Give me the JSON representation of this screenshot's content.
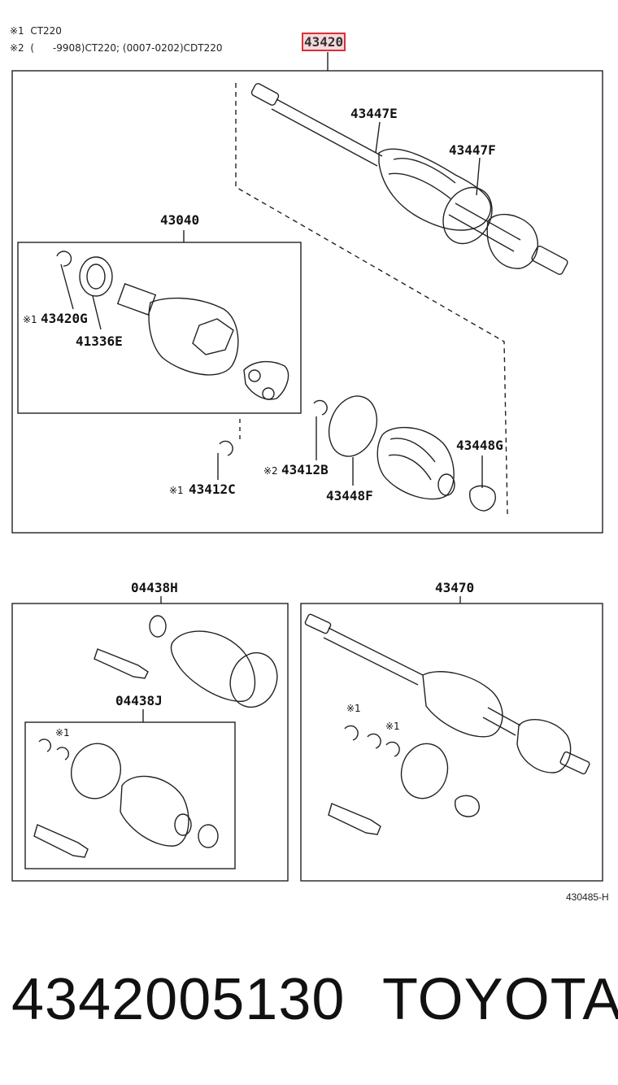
{
  "notes": [
    "※1  CT220",
    "※2  (      -9908)CT220; (0007-0202)CDT220"
  ],
  "highlighted_part": "43420",
  "main_parts": {
    "p43447E": "43447E",
    "p43447F": "43447F",
    "p43040": "43040",
    "p43420G_mark": "※1",
    "p43420G": "43420G",
    "p41336E": "41336E",
    "p43412B_mark": "※2",
    "p43412B": "43412B",
    "p43412C_mark": "※1",
    "p43412C": "43412C",
    "p43448F": "43448F",
    "p43448G": "43448G"
  },
  "kits": {
    "k04438H": "04438H",
    "k04438J": "04438J",
    "k04438J_mark": "※1",
    "k43470": "43470",
    "k43470_mark_a": "※1",
    "k43470_mark_b": "※1"
  },
  "diagram_code": "430485-H",
  "part_number": "4342005130",
  "brand": "TOYOTA"
}
